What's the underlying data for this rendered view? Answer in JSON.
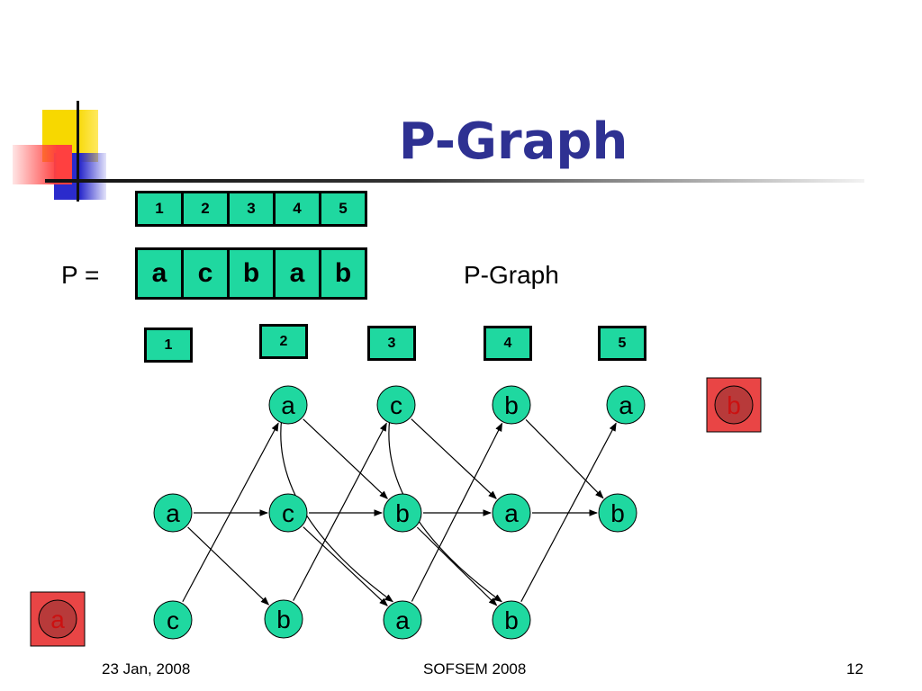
{
  "slide": {
    "title": "P-Graph",
    "p_label": "P =",
    "graph_label": "P-Graph",
    "index_row": [
      "1",
      "2",
      "3",
      "4",
      "5"
    ],
    "p_cells": [
      "a",
      "c",
      "b",
      "a",
      "b"
    ],
    "column_labels": [
      "1",
      "2",
      "3",
      "4",
      "5"
    ]
  },
  "graph": {
    "node_fill": "#1fd8a0",
    "extra_fill": "#e94545",
    "extra_node_fill": "#b83a3a",
    "extra_text": "#cc1111",
    "nodes": [
      {
        "id": "n1a",
        "label": "a"
      },
      {
        "id": "n1c",
        "label": "c"
      },
      {
        "id": "n2a",
        "label": "a"
      },
      {
        "id": "n2c",
        "label": "c"
      },
      {
        "id": "n2b",
        "label": "b"
      },
      {
        "id": "n3c",
        "label": "c"
      },
      {
        "id": "n3b",
        "label": "b"
      },
      {
        "id": "n3a",
        "label": "a"
      },
      {
        "id": "n4b",
        "label": "b"
      },
      {
        "id": "n4a",
        "label": "a"
      },
      {
        "id": "n4b2",
        "label": "b"
      },
      {
        "id": "n5a",
        "label": "a"
      },
      {
        "id": "n5b",
        "label": "b"
      }
    ],
    "extra_nodes": [
      {
        "id": "xa",
        "label": "a"
      },
      {
        "id": "xb",
        "label": "b"
      }
    ],
    "edges": [
      [
        "n1a",
        "n2c"
      ],
      [
        "n1a",
        "n2b"
      ],
      [
        "n1c",
        "n2a"
      ],
      [
        "n2a",
        "n3b"
      ],
      [
        "n2a",
        "n3a"
      ],
      [
        "n2c",
        "n3b"
      ],
      [
        "n2c",
        "n3a"
      ],
      [
        "n2b",
        "n3c"
      ],
      [
        "n3c",
        "n4a"
      ],
      [
        "n3c",
        "n4b2"
      ],
      [
        "n3b",
        "n4a"
      ],
      [
        "n3b",
        "n4b2"
      ],
      [
        "n3a",
        "n4b"
      ],
      [
        "n4b",
        "n5b"
      ],
      [
        "n4a",
        "n5b"
      ],
      [
        "n4b2",
        "n5a"
      ]
    ]
  },
  "footer": {
    "date": "23 Jan, 2008",
    "event": "SOFSEM 2008",
    "page": "12"
  }
}
